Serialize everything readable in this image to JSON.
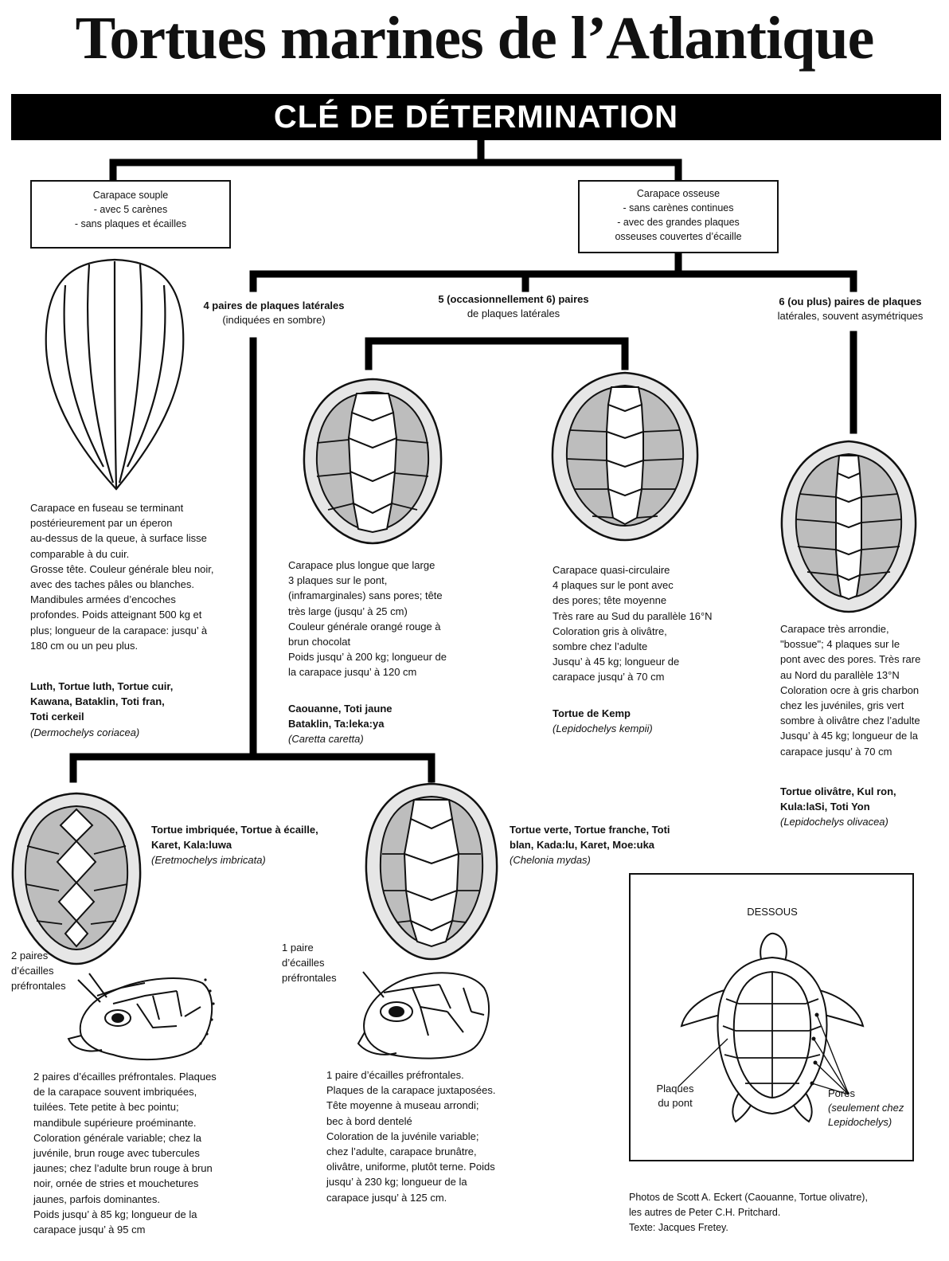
{
  "title": "Tortues marines de l’Atlantique",
  "banner": "CLÉ DE DÉTERMINATION",
  "boxes": {
    "soft": [
      "Carapace souple",
      "- avec 5 carènes",
      "- sans plaques et écailles"
    ],
    "bony": [
      "Carapace osseuse",
      "- sans carènes continues",
      "- avec des grandes plaques",
      "osseuses couvertes d’écaille"
    ]
  },
  "branches": {
    "four": {
      "bold": "4 paires de plaques latérales",
      "normal": "(indiquées en sombre)"
    },
    "five": {
      "bold": "5 (occasionnellement 6) paires",
      "normal": "de plaques latérales"
    },
    "six": {
      "bold": "6 (ou plus) paires de plaques",
      "normal": "latérales, souvent asymétriques"
    }
  },
  "species": {
    "luth": {
      "desc": [
        "Carapace en fuseau se terminant",
        "postérieurement par un éperon",
        "au-dessus de la queue, à surface lisse",
        "comparable à du cuir.",
        "Grosse tête. Couleur générale bleu noir,",
        "avec des taches pâles ou blanches.",
        "Mandibules armées d’encoches",
        "profondes. Poids atteignant 500 kg et",
        "plus; longueur de la carapace: jusqu’ à",
        "180 cm ou un peu plus."
      ],
      "names": [
        "Luth, Tortue luth, Tortue cuir,",
        "Kawana, Bataklin, Toti fran,",
        "Toti cerkeil"
      ],
      "sci": "(Dermochelys coriacea)"
    },
    "caouanne": {
      "desc": [
        "Carapace plus longue que large",
        "3 plaques sur le pont,",
        "(inframarginales) sans pores; tête",
        "très large (jusqu’ à 25 cm)",
        "Couleur générale orangé rouge à",
        "brun chocolat",
        "Poids jusqu’ à 200 kg; longueur de",
        "la carapace jusqu’ à 120 cm"
      ],
      "names": [
        "Caouanne, Toti jaune",
        "Bataklin, Ta:leka:ya"
      ],
      "sci": "(Caretta caretta)"
    },
    "kemp": {
      "desc": [
        "Carapace quasi-circulaire",
        "4 plaques sur le pont avec",
        "des pores; tête moyenne",
        "Très rare au Sud du parallèle 16°N",
        "Coloration gris à olivâtre,",
        "sombre chez l’adulte",
        "Jusqu’ à 45 kg; longueur de",
        "carapace jusqu’ à 70 cm"
      ],
      "names": [
        "Tortue de Kemp"
      ],
      "sci": "(Lepidochelys kempii)"
    },
    "olivatre": {
      "desc": [
        "Carapace très arrondie,",
        "\"bossue\"; 4 plaques sur le",
        "pont avec des pores. Très rare",
        "au Nord du parallèle 13°N",
        "Coloration ocre à gris charbon",
        "chez les juvéniles, gris vert",
        "sombre à olivâtre chez l’adulte",
        "Jusqu’ à 45 kg; longueur de la",
        "carapace jusqu’ à 70 cm"
      ],
      "names": [
        "Tortue olivâtre, Kul ron,",
        "Kula:laSi, Toti Yon"
      ],
      "sci": "(Lepidochelys olivacea)"
    },
    "imbriquee": {
      "names": [
        "Tortue imbriquée, Tortue à écaille,",
        "Karet, Kala:luwa"
      ],
      "sci": "(Eretmochelys imbricata)",
      "scale_label": [
        "2 paires",
        "d’écailles",
        "préfrontales"
      ],
      "desc": [
        "2 paires d’écailles préfrontales. Plaques",
        "de la carapace souvent imbriquées,",
        "tuilées. Tete petite à bec pointu;",
        "mandibule supérieure proéminante.",
        "Coloration générale variable; chez la",
        "juvénile, brun rouge avec tubercules",
        "jaunes; chez l’adulte brun rouge à brun",
        "noir, ornée de stries et mouchetures",
        "jaunes, parfois dominantes.",
        "Poids jusqu’ à 85 kg; longueur de la",
        "carapace jusqu’ à 95 cm"
      ]
    },
    "verte": {
      "names": [
        "Tortue verte, Tortue franche, Toti",
        "blan, Kada:lu, Karet, Moe:uka"
      ],
      "sci": "(Chelonia mydas)",
      "scale_label": [
        "1 paire",
        "d’écailles",
        "préfrontales"
      ],
      "desc": [
        "1 paire d’écailles préfrontales.",
        "Plaques de la carapace juxtaposées.",
        "Tête moyenne à museau arrondi;",
        "bec à bord dentelé",
        "Coloration de la juvénile variable;",
        "chez l’adulte, carapace brunâtre,",
        "olivâtre, uniforme, plutôt terne. Poids",
        "jusqu’ à 230 kg; longueur de la",
        "carapace jusqu’ à 125 cm."
      ]
    }
  },
  "legend": {
    "title": "DESSOUS",
    "left_label": [
      "Plaques",
      "du pont"
    ],
    "right_label": [
      "Pores"
    ],
    "right_note": [
      "(seulement chez",
      "Lepidochelys)"
    ]
  },
  "credits": [
    "Photos de Scott A. Eckert (Caouanne, Tortue olivatre),",
    "les autres de Peter C.H. Pritchard.",
    "Texte: Jacques Fretey."
  ],
  "colors": {
    "ink": "#111111",
    "banner_bg": "#000000",
    "banner_text": "#ffffff",
    "plate_shade": "#bdbdbd"
  }
}
